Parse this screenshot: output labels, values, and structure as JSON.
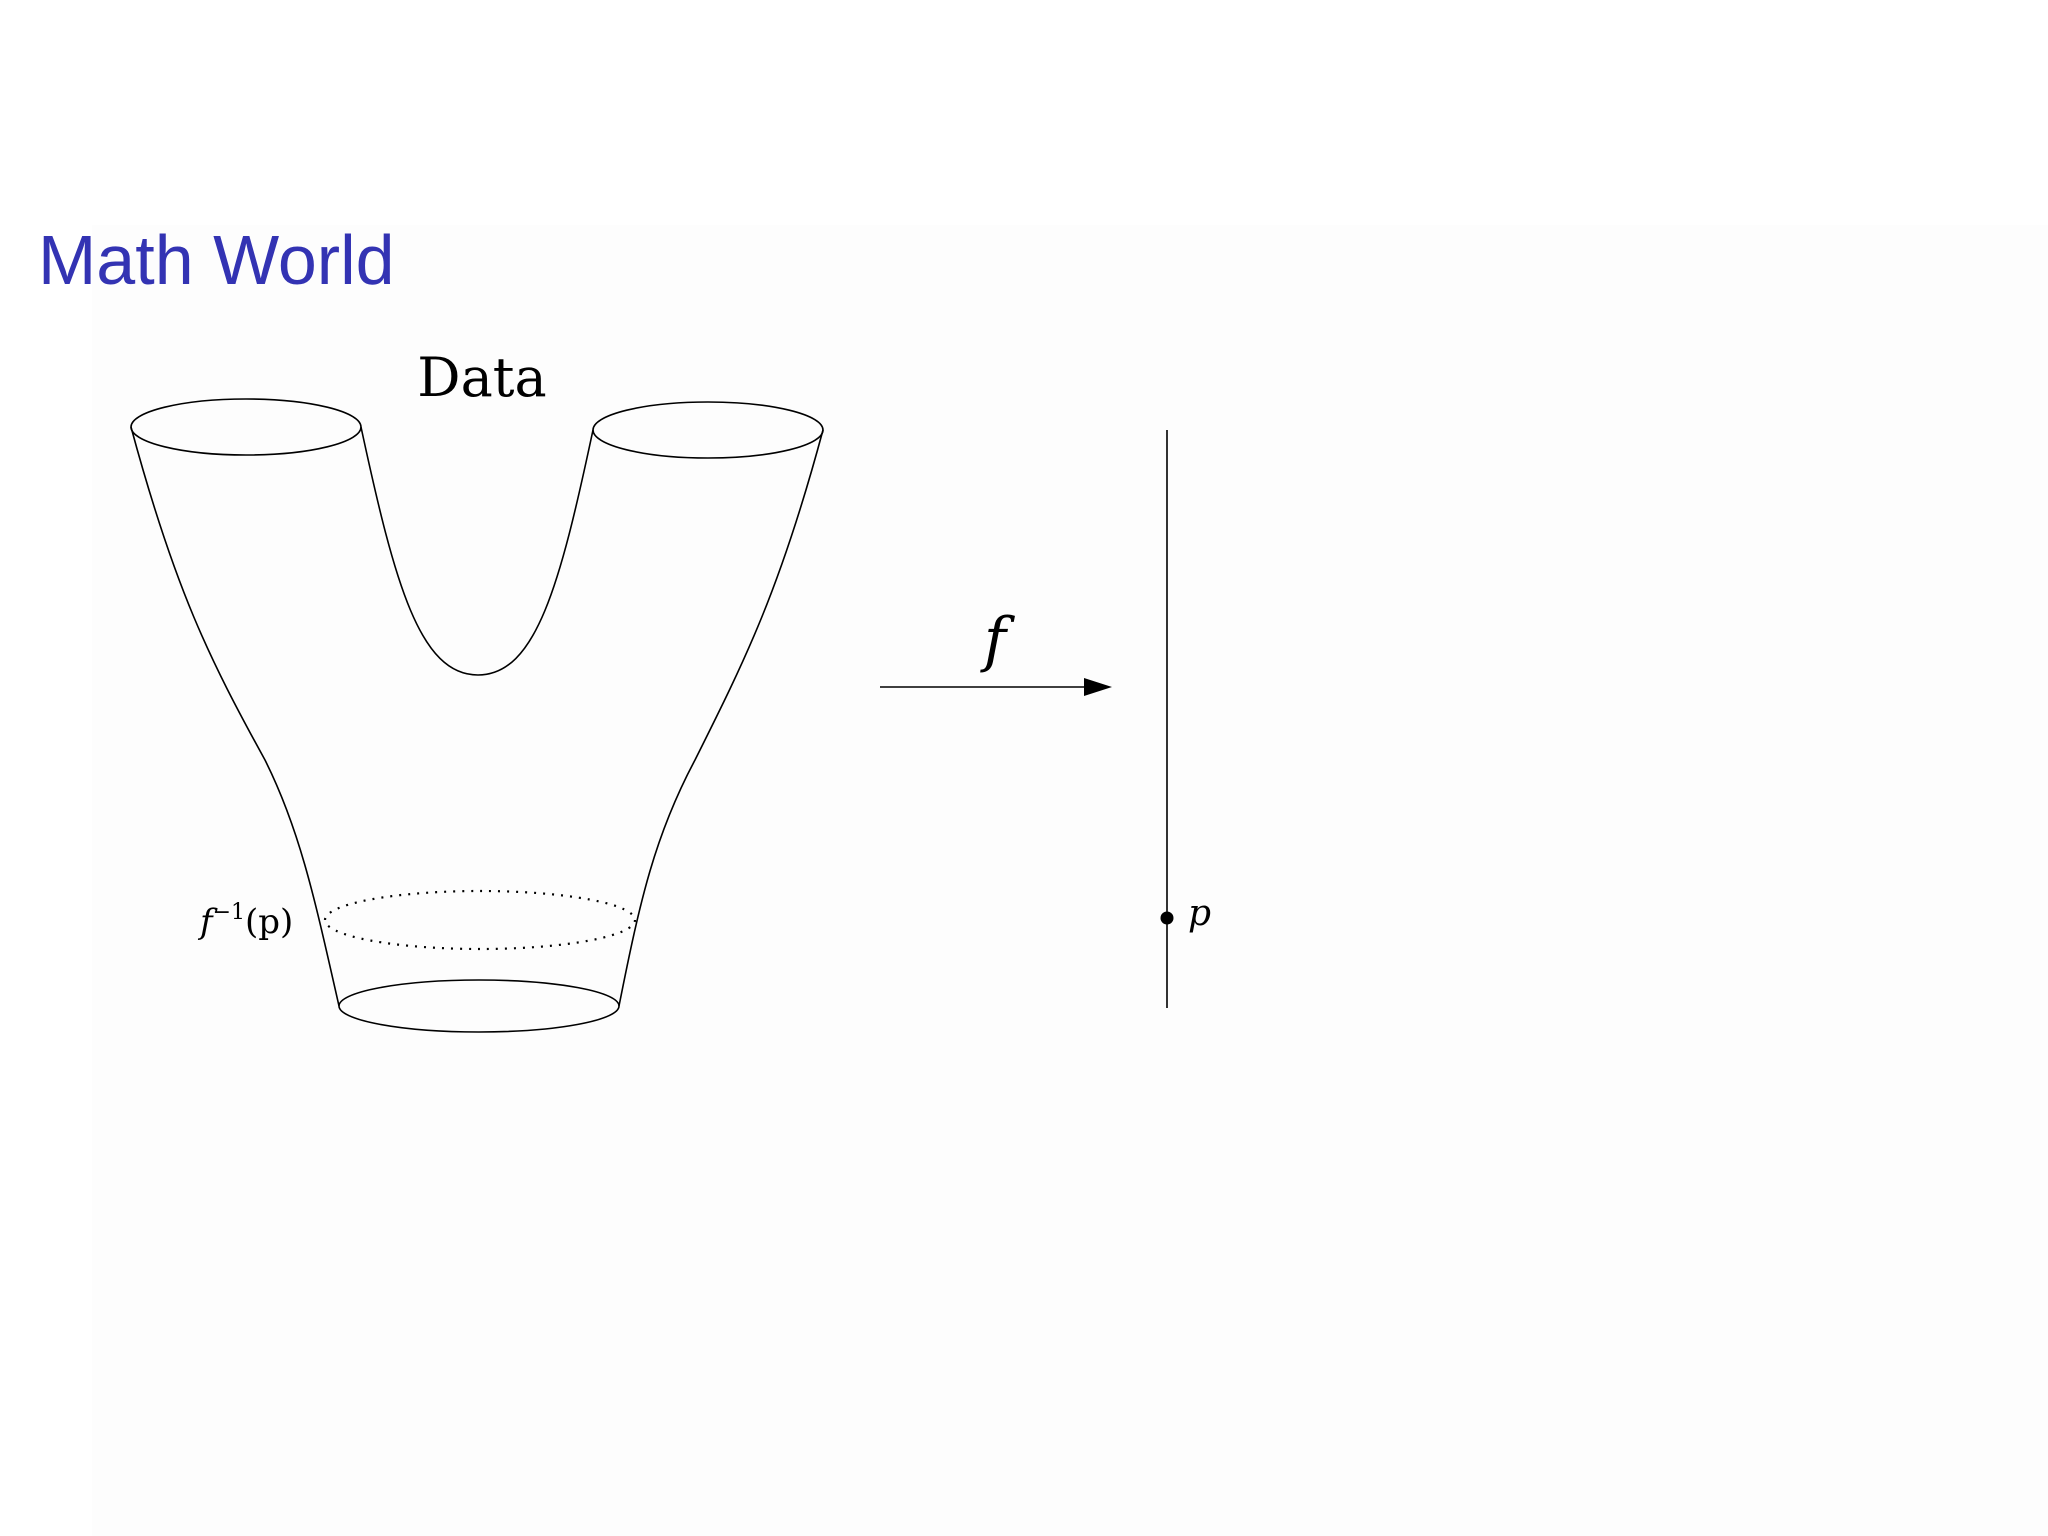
{
  "slide": {
    "title": "Math World",
    "title_color": "#3333b3"
  },
  "diagram": {
    "data_label": "Data",
    "map_label": "f",
    "fiber_label_base": "f",
    "fiber_label_exponent": "−1",
    "fiber_label_argument": "(p)",
    "point_label": "p"
  }
}
